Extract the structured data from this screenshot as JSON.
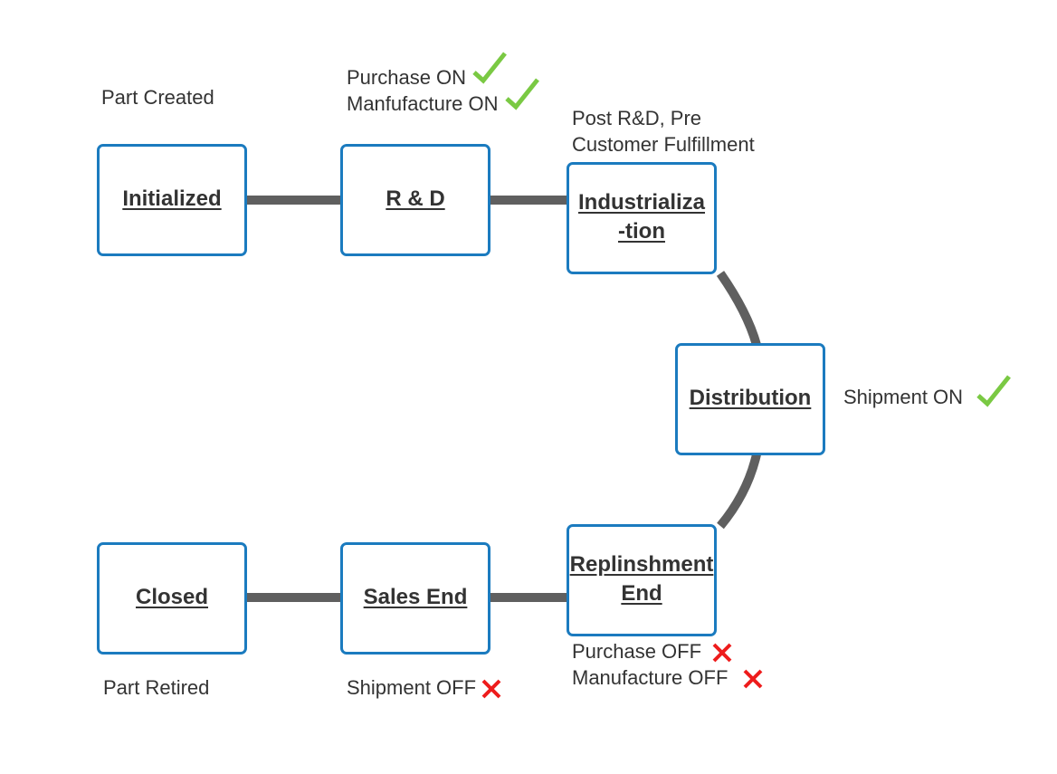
{
  "colors": {
    "node_border": "#1b7bbf",
    "connector": "#5f5f5f",
    "check": "#7ac943",
    "cross": "#ee1c1c",
    "text": "#333333"
  },
  "nodes": {
    "initialized": "Initialized",
    "rnd": "R & D",
    "industrialization": "Industrializa\n-tion",
    "distribution": "Distribution",
    "replenishment_end": "Replinshment\nEnd",
    "sales_end": "Sales End",
    "closed": "Closed"
  },
  "annotations": {
    "part_created": "Part Created",
    "purchase_on": "Purchase ON",
    "manufacture_on": "Manfufacture ON",
    "post_rnd_line1": "Post R&D, Pre",
    "post_rnd_line2": "Customer Fulfillment",
    "shipment_on": "Shipment ON",
    "purchase_off": "Purchase OFF",
    "manufacture_off": "Manufacture OFF",
    "shipment_off": "Shipment OFF",
    "part_retired": "Part Retired"
  }
}
